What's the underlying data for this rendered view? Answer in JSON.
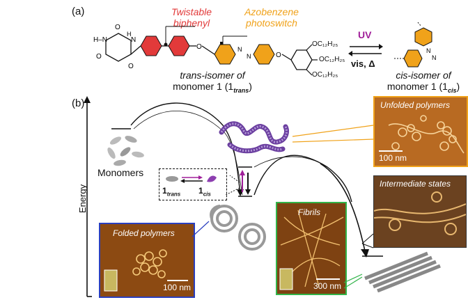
{
  "panel_a": {
    "label": "(a)",
    "biphenyl_label": [
      "Twistable",
      "biphenyl"
    ],
    "azo_label": [
      "Azobenzene",
      "photoswitch"
    ],
    "trans_caption_1": "trans-isomer of",
    "trans_caption_2": "monomer 1 (1",
    "trans_caption_sub": "trans",
    "cis_caption_1": "cis-isomer of",
    "cis_caption_2": "monomer 1 (1",
    "cis_caption_sub": "cis",
    "uv_label": "UV",
    "vis_label": "vis, Δ",
    "substituents": [
      "OC₁₂H₂₅",
      "OC₁₂H₂₅",
      "OC₁₂H₂₅"
    ],
    "colors": {
      "biphenyl": "#e23a3a",
      "azobenzene": "#f0a21a",
      "uv": "#a01f9a"
    }
  },
  "panel_b": {
    "label": "(b)",
    "y_axis_label": "Energy",
    "monomers_label": "Monomers",
    "inset_trans": "1",
    "inset_trans_sub": "trans",
    "inset_cis": "1",
    "inset_cis_sub": "cis",
    "images": {
      "unfolded": {
        "title": "Unfolded polymers",
        "scale": "100 nm",
        "border": "#f0a21a"
      },
      "intermediate": {
        "title": "Intermediate states"
      },
      "folded": {
        "title": "Folded polymers",
        "scale": "100 nm",
        "border": "#2a3fbf"
      },
      "fibrils": {
        "title": "Fibrils",
        "scale": "300 nm",
        "border": "#32b44a"
      }
    }
  }
}
